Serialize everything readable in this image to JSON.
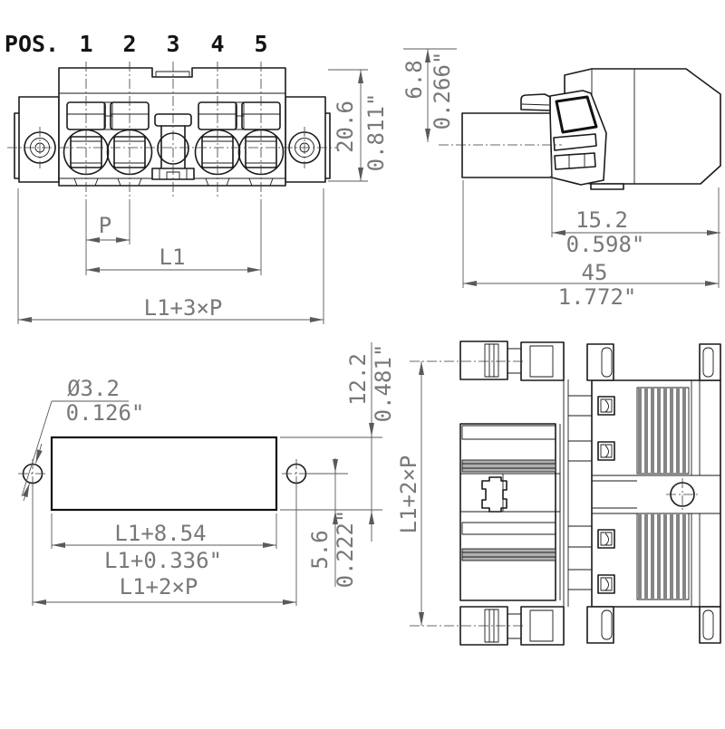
{
  "colors": {
    "object_line": "#1a1a1a",
    "dimension_line": "#5a5a5a",
    "dimension_text": "#787878",
    "hatch": "#858585",
    "background": "#ffffff"
  },
  "front_view": {
    "pos_label": "POS.",
    "positions": [
      "1",
      "2",
      "3",
      "4",
      "5"
    ],
    "pitch": "P",
    "l1": "L1",
    "total": "L1+3×P",
    "height_mm": "20.6",
    "height_in": "0.811\""
  },
  "side_view": {
    "offset_mm": "6.8",
    "offset_in": "0.266\"",
    "depth_mm": "15.2",
    "depth_in": "0.598\"",
    "length_mm": "45",
    "length_in": "1.772\""
  },
  "cutout_view": {
    "hole_mm": "Ø3.2",
    "hole_in": "0.126\"",
    "len_mm": "L1+8.54",
    "len_in": "L1+0.336\"",
    "spacing": "L1+2×P",
    "offset_mm": "5.6",
    "offset_in": "0.222\"",
    "height_mm": "12.2",
    "height_in": "0.481\""
  },
  "rear_view": {
    "span": "L1+2×P"
  }
}
